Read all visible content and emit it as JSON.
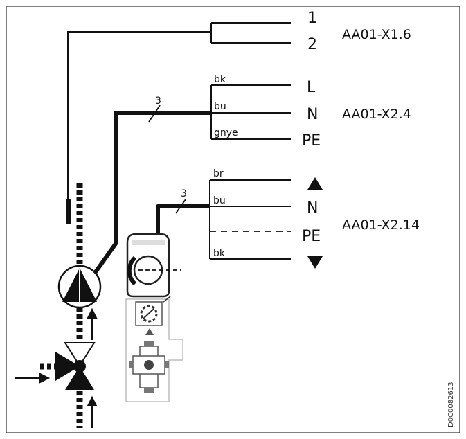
{
  "terminals": {
    "x1_6": {
      "pin1": "1",
      "pin2": "2",
      "name": "AA01-X1.6"
    },
    "x2_4": {
      "l": "L",
      "n": "N",
      "pe": "PE",
      "name": "AA01-X2.4"
    },
    "x2_14": {
      "n": "N",
      "pe": "PE",
      "name": "AA01-X2.14",
      "up_symbol": "triangle-up-icon",
      "down_symbol": "triangle-down-icon"
    }
  },
  "wires": {
    "upper": {
      "bk": "bk",
      "bu": "bu",
      "gnye": "gnye",
      "count": "3"
    },
    "lower": {
      "br": "br",
      "bu": "bu",
      "bk": "bk",
      "count": "3"
    }
  },
  "doc_id": "D0C0082613",
  "colors": {
    "line": "#111111",
    "frame": "#555555",
    "component_grey": "#bdbdbd"
  }
}
